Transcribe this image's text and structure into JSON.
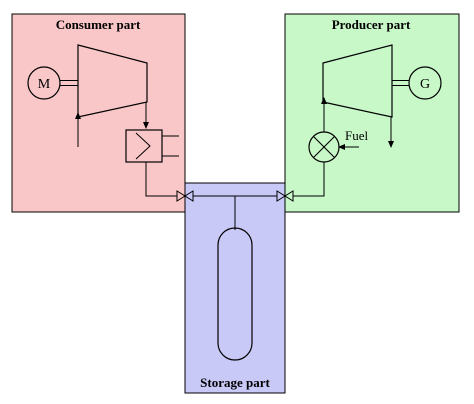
{
  "diagram": {
    "regions": {
      "consumer": {
        "title": "Consumer part",
        "fill": "#f9c7c7"
      },
      "producer": {
        "title": "Producer part",
        "fill": "#c8f7c8"
      },
      "storage": {
        "title": "Storage part",
        "fill": "#c9c9f7"
      }
    },
    "components": {
      "motor_symbol": "M",
      "generator_symbol": "G",
      "fuel_label": "Fuel"
    },
    "colors": {
      "stroke": "#000000",
      "background": "#ffffff"
    }
  }
}
